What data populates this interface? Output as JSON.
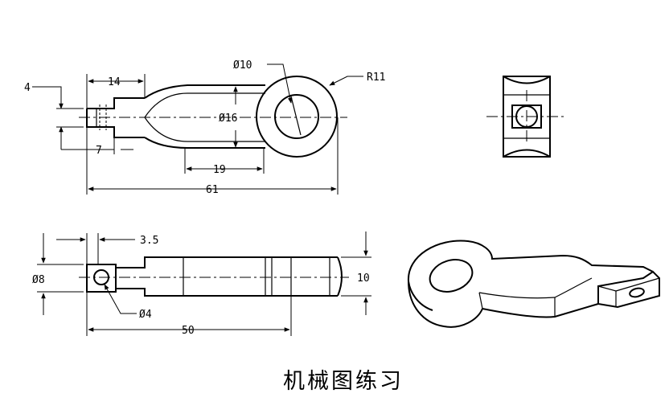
{
  "caption": "机械图练习",
  "dimensions": {
    "d_phi10": "Ø10",
    "d_r11": "R11",
    "d_4": "4",
    "d_14": "14",
    "d_phi16": "Ø16",
    "d_7": "7",
    "d_19": "19",
    "d_61": "61",
    "d_3_5": "3.5",
    "d_phi8": "Ø8",
    "d_10": "10",
    "d_phi4": "Ø4",
    "d_50": "50"
  }
}
